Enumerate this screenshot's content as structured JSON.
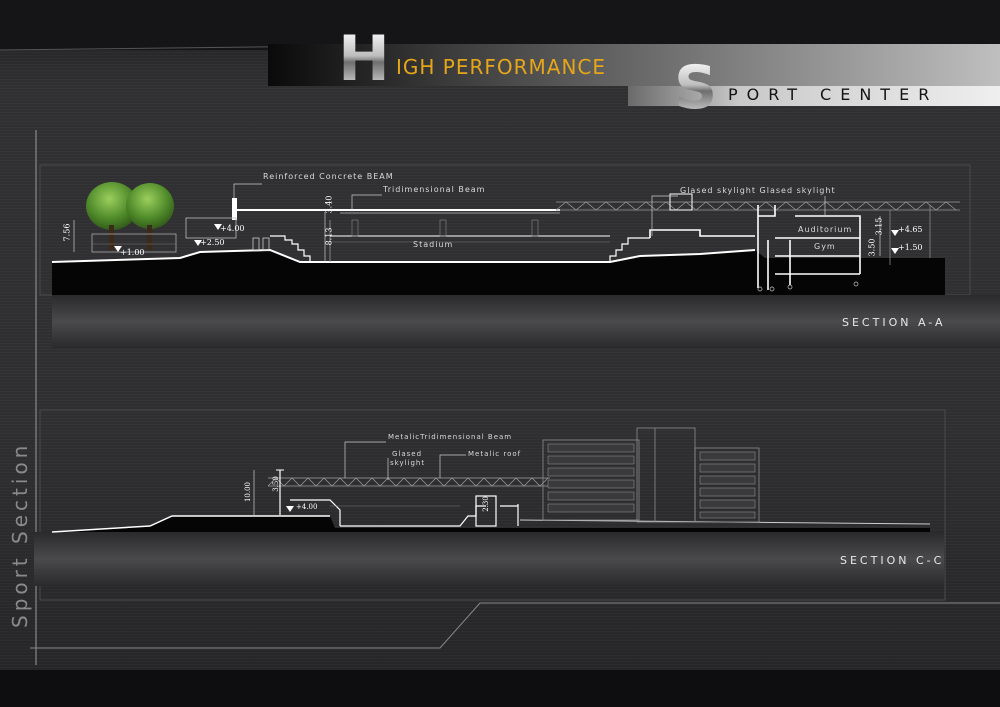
{
  "title": {
    "letter1": "H",
    "word1": "IGH PERFORMANCE",
    "letter2": "S",
    "word2": "PORT CENTER"
  },
  "side_title": "Sport Section",
  "section_aa": {
    "name": "SECTION A-A",
    "labels": {
      "concrete_beam": "Reinforced Concrete BEAM",
      "tridimensional_beam": "Tridimensional Beam",
      "skylight": "Glased skylight  Glased skylight",
      "stadium": "Stadium",
      "auditorium": "Auditorium",
      "gym": "Gym"
    },
    "levels": {
      "h_7_56": "7.56",
      "h_4_00": "+4.00",
      "h_2_50": "+2.50",
      "h_1_00": "+1.00",
      "h_8_13": "8.13",
      "h_3_40": "3.40",
      "h_4_65": "+4.65",
      "h_1_50": "+1.50",
      "h_3_50": "3.50",
      "h_3_15": "3.15"
    }
  },
  "section_cc": {
    "name": "SECTION C-C",
    "labels": {
      "metalic_beam": "MetalicTridimensional Beam",
      "glased": "Glased",
      "skylight": "skylight",
      "metalic_roof": "Metalic roof"
    },
    "levels": {
      "h_10_00": "10.00",
      "h_4_00": "+4.00",
      "h_3_50": "3.50",
      "h_2_30": "2.30"
    }
  }
}
